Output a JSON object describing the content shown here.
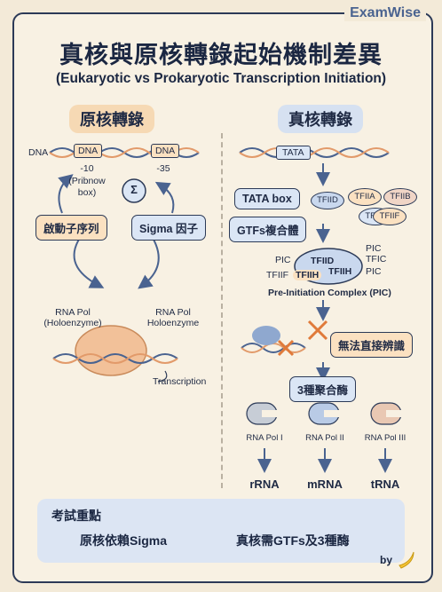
{
  "brand": "ExamWise",
  "title": "真核與原核轉錄起始機制差異",
  "subtitle": "(Eukaryotic vs Prokaryotic Transcription Initiation)",
  "left": {
    "heading": "原核轉錄",
    "dna_label": "DNA",
    "box1": "DNA",
    "box2": "DNA",
    "minus10": "-10",
    "pribnow": "(Pribnow",
    "pribnow2": "box)",
    "minus35": "-35",
    "sigma_symbol": "Σ",
    "promoter": "啟動子序列",
    "sigma_factor": "Sigma 因子",
    "rnapol_left": "RNA Pol",
    "rnapol_left2": "(Holoenzyme)",
    "rnapol_right": "RNA Pol",
    "rnapol_right2": "Holoenzyme",
    "transcription": "Transcription"
  },
  "right": {
    "heading": "真核轉錄",
    "tata": "TATA",
    "tata_box": "TATA box",
    "gtfs": "GTFs複合體",
    "tfiid": "TFIID",
    "tfiia": "TFIIA",
    "tfiib": "TFIIB",
    "tfiie": "TFIIE",
    "tfiif": "TFIIF",
    "pic_label_left": "PIC",
    "tfiif_label": "TFIIF",
    "pic_tfiid": "TFIID",
    "pic_tfiih": "TFIIH",
    "pic_tfiih2": "TFIIH",
    "pic_r1": "PIC",
    "pic_r2": "TFIC",
    "pic_r3": "PIC",
    "pic_full": "Pre-Initiation Complex (PIC)",
    "cannot": "無法直接辨識",
    "three": "3種聚合酶",
    "pols": [
      {
        "name": "RNA Pol I",
        "product": "rRNA"
      },
      {
        "name": "RNA Pol II",
        "product": "mRNA"
      },
      {
        "name": "RNA Pol III",
        "product": "tRNA"
      }
    ]
  },
  "exam": {
    "title": "考試重點",
    "item1": "原核依賴Sigma",
    "item2": "真核需GTFs及3種酶"
  },
  "by": "by"
}
